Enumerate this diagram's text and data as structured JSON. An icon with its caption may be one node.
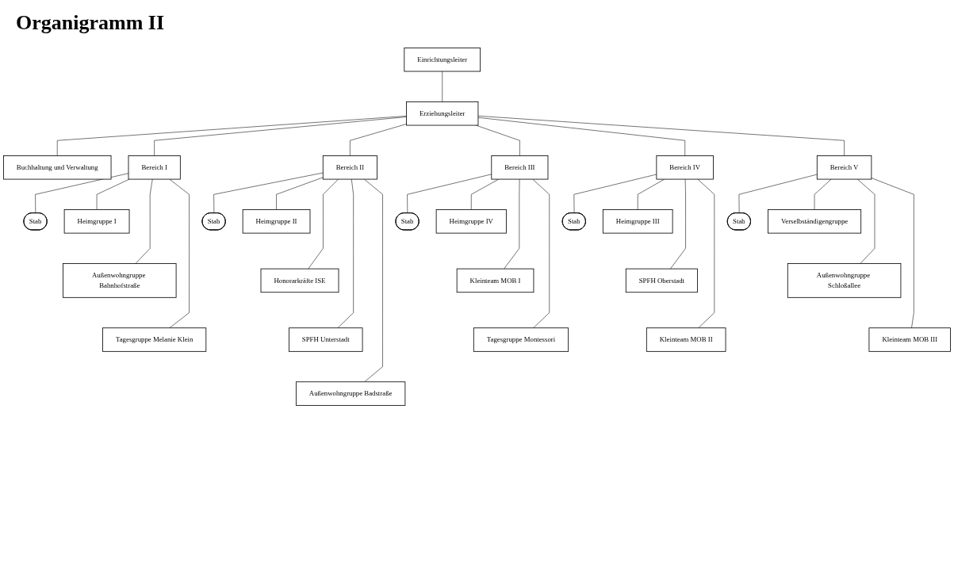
{
  "diagram": {
    "title": "Organigramm II",
    "nodes": [
      {
        "text": [
          "Einrichtungsleiter"
        ]
      },
      {
        "text": [
          "Buchhaltung und Verwaltung"
        ]
      },
      {
        "text": [
          "Erziehungsleiter"
        ]
      },
      {
        "text": [
          "Bereich I"
        ]
      },
      {
        "text": [
          "Stab"
        ]
      },
      {
        "text": [
          "Heimgruppe I"
        ]
      },
      {
        "text": [
          "Außenwohngruppe Bahnhofstraße"
        ]
      },
      {
        "text": [
          "Tagesgruppe Melanie Klein"
        ]
      },
      {
        "text": [
          "Bereich II"
        ]
      },
      {
        "text": [
          "Stab"
        ]
      },
      {
        "text": [
          "Heimgruppe II"
        ]
      },
      {
        "text": [
          "Honorarkräfte ISE"
        ]
      },
      {
        "text": [
          "SPFH Unterstadt"
        ]
      },
      {
        "text": [
          "Außenwohngruppe Badstraße"
        ]
      },
      {
        "text": [
          "Bereich III"
        ]
      },
      {
        "text": [
          "Stab"
        ]
      },
      {
        "text": [
          "Heimgruppe IV"
        ]
      },
      {
        "text": [
          "Kleinteam MOB I"
        ]
      },
      {
        "text": [
          "Tagesgruppe Montessori"
        ]
      },
      {
        "text": [
          "Bereich IV"
        ]
      },
      {
        "text": [
          "Stab"
        ]
      },
      {
        "text": [
          "Heimgruppe III"
        ]
      },
      {
        "text": [
          "SPFH Oberstadt"
        ]
      },
      {
        "text": [
          "Kleinteam MOB II"
        ]
      },
      {
        "text": [
          "Bereich V"
        ]
      },
      {
        "text": [
          "Stab"
        ]
      },
      {
        "text": [
          "Verselbständigengruppe"
        ]
      },
      {
        "text": [
          "Außenwohngruppe Schloßallee"
        ]
      },
      {
        "text": [
          "Kleinteam MOB III"
        ]
      }
    ],
    "edges": [
      {
        "from": 0,
        "to": 2,
        "arrow": "none"
      },
      {
        "from": 2,
        "to": 1,
        "arrow": "none"
      },
      {
        "from": 2,
        "to": 3,
        "arrow": "none"
      },
      {
        "from": 2,
        "to": 8,
        "arrow": "none"
      },
      {
        "from": 2,
        "to": 14,
        "arrow": "none"
      },
      {
        "from": 2,
        "to": 19,
        "arrow": "none"
      },
      {
        "from": 2,
        "to": 24,
        "arrow": "none"
      },
      {
        "from": 3,
        "to": 4,
        "arrow": "none"
      },
      {
        "from": 3,
        "to": 5,
        "arrow": "none"
      },
      {
        "from": 3,
        "to": 6,
        "arrow": "none"
      },
      {
        "from": 3,
        "to": 7,
        "arrow": "none"
      },
      {
        "from": 8,
        "to": 9,
        "arrow": "none"
      },
      {
        "from": 8,
        "to": 10,
        "arrow": "none"
      },
      {
        "from": 8,
        "to": 11,
        "arrow": "none"
      },
      {
        "from": 8,
        "to": 12,
        "arrow": "none"
      },
      {
        "from": 8,
        "to": 13,
        "arrow": "none"
      },
      {
        "from": 14,
        "to": 15,
        "arrow": "none"
      },
      {
        "from": 14,
        "to": 16,
        "arrow": "none"
      },
      {
        "from": 14,
        "to": 17,
        "arrow": "none"
      },
      {
        "from": 14,
        "to": 18,
        "arrow": "none"
      },
      {
        "from": 19,
        "to": 20,
        "arrow": "none"
      },
      {
        "from": 19,
        "to": 21,
        "arrow": "none"
      },
      {
        "from": 19,
        "to": 22,
        "arrow": "none"
      },
      {
        "from": 19,
        "to": 23,
        "arrow": "none"
      },
      {
        "from": 24,
        "to": 25,
        "arrow": "none"
      },
      {
        "from": 24,
        "to": 26,
        "arrow": "none"
      },
      {
        "from": 24,
        "to": 27,
        "arrow": "none"
      },
      {
        "from": 24,
        "to": 28,
        "arrow": "none"
      }
    ]
  }
}
